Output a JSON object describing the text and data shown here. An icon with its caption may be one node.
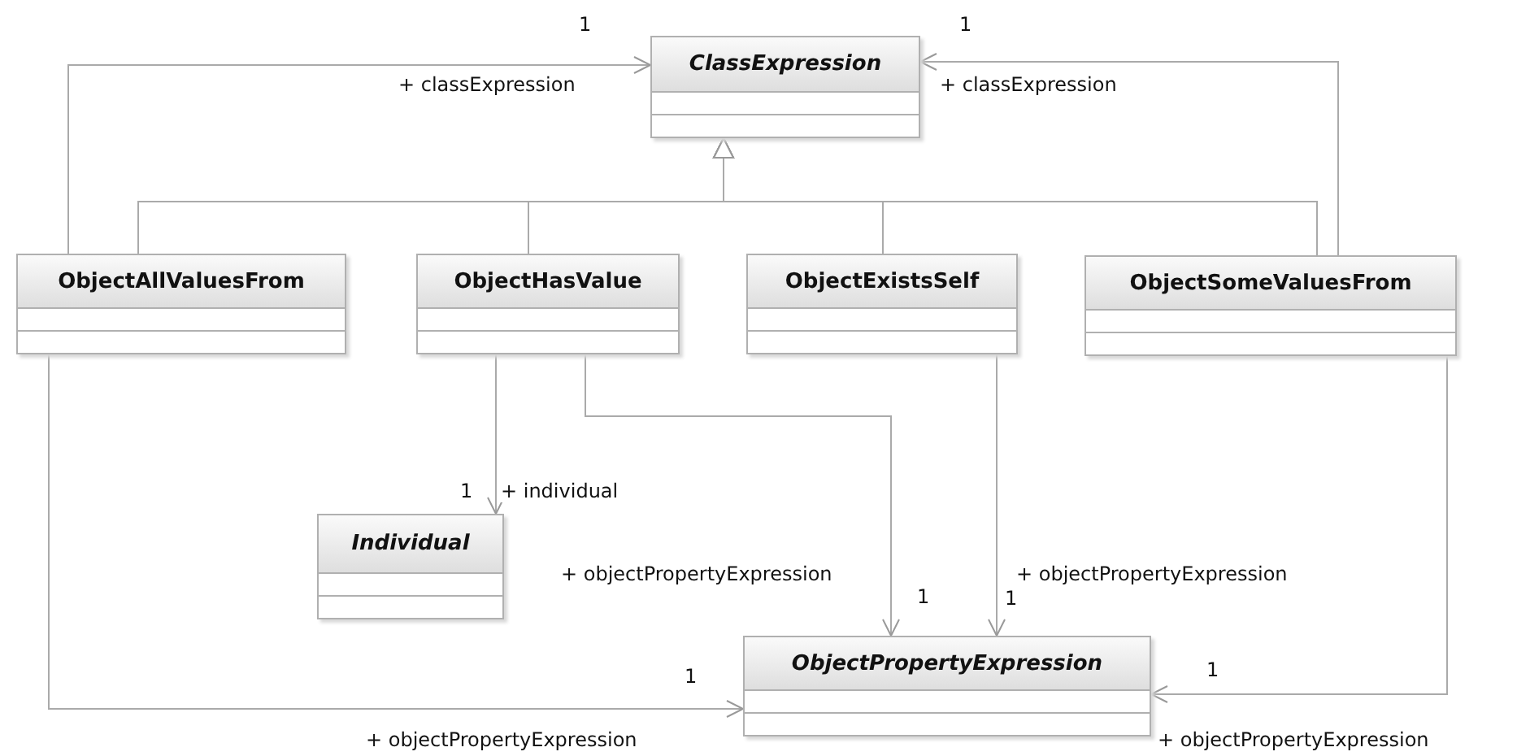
{
  "diagram": {
    "nodes": [
      {
        "text": [
          "ClassExpression"
        ]
      },
      {
        "text": [
          "ObjectAllValuesFrom"
        ]
      },
      {
        "text": [
          "ObjectHasValue"
        ]
      },
      {
        "text": [
          "ObjectExistsSelf"
        ]
      },
      {
        "text": [
          "ObjectSomeValuesFrom"
        ]
      },
      {
        "text": [
          "Individual"
        ]
      },
      {
        "text": [
          "ObjectPropertyExpression"
        ]
      }
    ],
    "edges": [
      {
        "from": 1,
        "to": 0,
        "arrow": "to"
      },
      {
        "from": 2,
        "to": 0,
        "arrow": "to"
      },
      {
        "from": 3,
        "to": 0,
        "arrow": "to"
      },
      {
        "from": 4,
        "to": 0,
        "arrow": "to"
      },
      {
        "from": 1,
        "to": 0,
        "arrow": "to",
        "label": "+ classExpression"
      },
      {
        "from": 4,
        "to": 0,
        "arrow": "to",
        "label": "+ classExpression"
      },
      {
        "from": 2,
        "to": 5,
        "arrow": "to",
        "label": "+ individual"
      },
      {
        "from": 2,
        "to": 6,
        "arrow": "to",
        "label": "+ objectPropertyExpression"
      },
      {
        "from": 3,
        "to": 6,
        "arrow": "to",
        "label": "+ objectPropertyExpression"
      },
      {
        "from": 1,
        "to": 6,
        "arrow": "to",
        "label": "+ objectPropertyExpression"
      },
      {
        "from": 4,
        "to": 6,
        "arrow": "to",
        "label": "+ objectPropertyExpression"
      }
    ],
    "labels": [
      "1",
      "1",
      "1",
      "1",
      "1",
      "1",
      "1"
    ]
  }
}
